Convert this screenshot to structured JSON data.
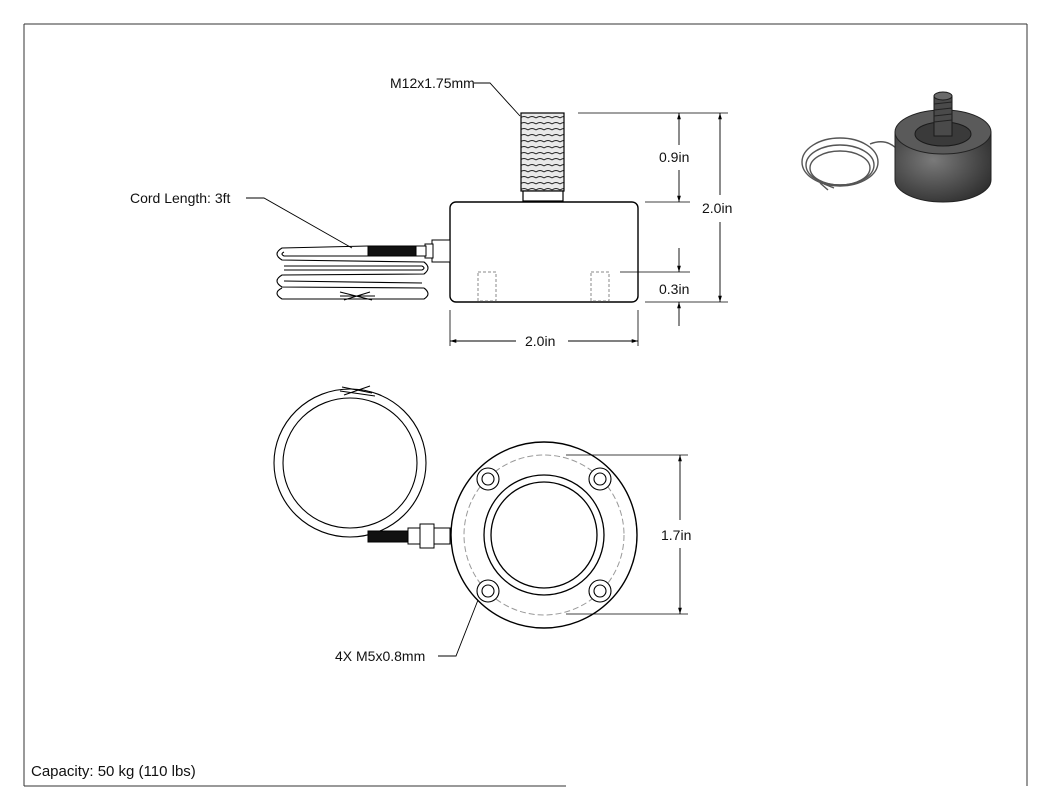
{
  "labels": {
    "thread": "M12x1.75mm",
    "cord": "Cord Length: 3ft",
    "dim_top_height": "0.9in",
    "dim_total_height": "2.0in",
    "dim_bottom_height": "0.3in",
    "dim_width": "2.0in",
    "dim_bolt_circle": "1.7in",
    "holes": "4X M5x0.8mm",
    "capacity": "Capacity: 50 kg (110 lbs)"
  },
  "colors": {
    "line": "#000000",
    "hidden": "#888888",
    "render_body": "#4a4a4a"
  }
}
